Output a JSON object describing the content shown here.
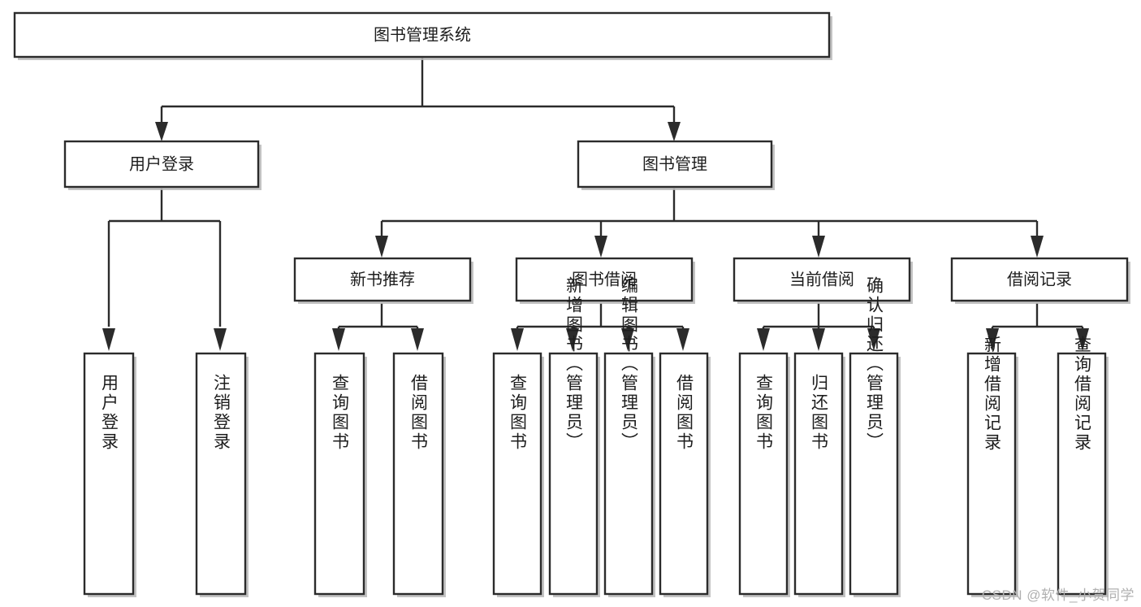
{
  "diagram": {
    "title": "图书管理系统",
    "type": "hierarchy-tree",
    "watermark": "CSDN @软件_小贺同学",
    "colors": {
      "stroke": "#2b2b2b",
      "fill": "#ffffff",
      "text": "#1d1d1d",
      "shadow": "#b9b9b9",
      "watermark": "#b0b0b0"
    },
    "nodes": {
      "root": {
        "label": "图书管理系统",
        "orientation": "horizontal"
      },
      "level2": [
        {
          "id": "user-login",
          "label": "用户登录",
          "orientation": "horizontal"
        },
        {
          "id": "book-manage",
          "label": "图书管理",
          "orientation": "horizontal"
        }
      ],
      "level3": [
        {
          "id": "new-book-rec",
          "label": "新书推荐",
          "orientation": "horizontal"
        },
        {
          "id": "book-borrow",
          "label": "图书借阅",
          "orientation": "horizontal"
        },
        {
          "id": "current-borrow",
          "label": "当前借阅",
          "orientation": "horizontal"
        },
        {
          "id": "borrow-record",
          "label": "借阅记录",
          "orientation": "horizontal"
        }
      ],
      "leaves": [
        {
          "id": "leaf-user-login",
          "label": "用户登录",
          "parent": "user-login",
          "orientation": "vertical"
        },
        {
          "id": "leaf-user-logout",
          "label": "注销登录",
          "parent": "user-login",
          "orientation": "vertical"
        },
        {
          "id": "leaf-query-book-1",
          "label": "查询图书",
          "parent": "new-book-rec",
          "orientation": "vertical"
        },
        {
          "id": "leaf-borrow-book-1",
          "label": "借阅图书",
          "parent": "new-book-rec",
          "orientation": "vertical"
        },
        {
          "id": "leaf-query-book-2",
          "label": "查询图书",
          "parent": "book-borrow",
          "orientation": "vertical"
        },
        {
          "id": "leaf-add-book",
          "label": "新增图书（管理员）",
          "parent": "book-borrow",
          "orientation": "vertical"
        },
        {
          "id": "leaf-edit-book",
          "label": "编辑图书（管理员）",
          "parent": "book-borrow",
          "orientation": "vertical"
        },
        {
          "id": "leaf-borrow-book-2",
          "label": "借阅图书",
          "parent": "book-borrow",
          "orientation": "vertical"
        },
        {
          "id": "leaf-query-book-3",
          "label": "查询图书",
          "parent": "current-borrow",
          "orientation": "vertical"
        },
        {
          "id": "leaf-return-book",
          "label": "归还图书",
          "parent": "current-borrow",
          "orientation": "vertical"
        },
        {
          "id": "leaf-confirm-return",
          "label": "确认归还（管理员）",
          "parent": "current-borrow",
          "orientation": "vertical"
        },
        {
          "id": "leaf-add-record",
          "label": "新增借阅记录",
          "parent": "borrow-record",
          "orientation": "vertical"
        },
        {
          "id": "leaf-query-record",
          "label": "查询借阅记录",
          "parent": "borrow-record",
          "orientation": "vertical"
        }
      ]
    }
  }
}
